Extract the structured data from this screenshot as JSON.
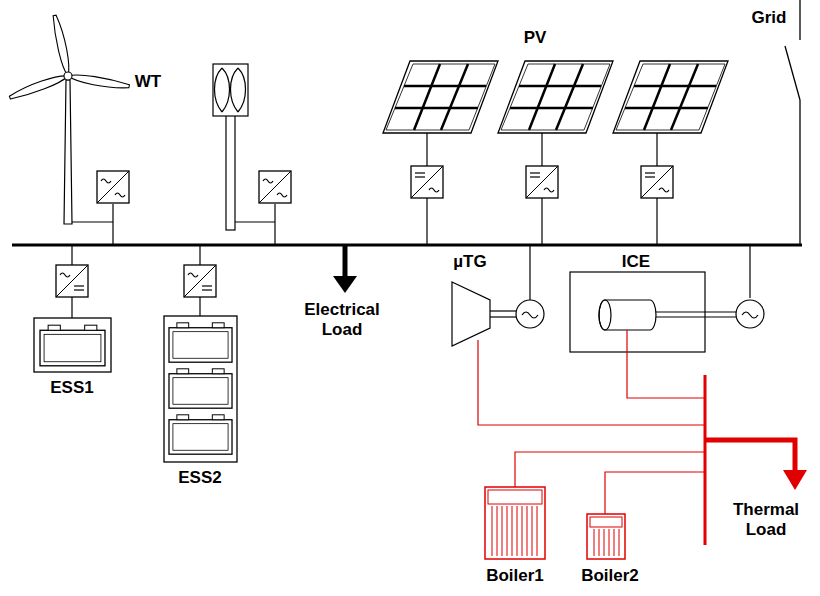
{
  "diagram": {
    "labels": [
      "WT",
      "PV",
      "Grid",
      "µTG",
      "ICE",
      "Electrical Load",
      "ESS1",
      "ESS2",
      "Thermal Load",
      "Boiler1",
      "Boiler2"
    ]
  }
}
